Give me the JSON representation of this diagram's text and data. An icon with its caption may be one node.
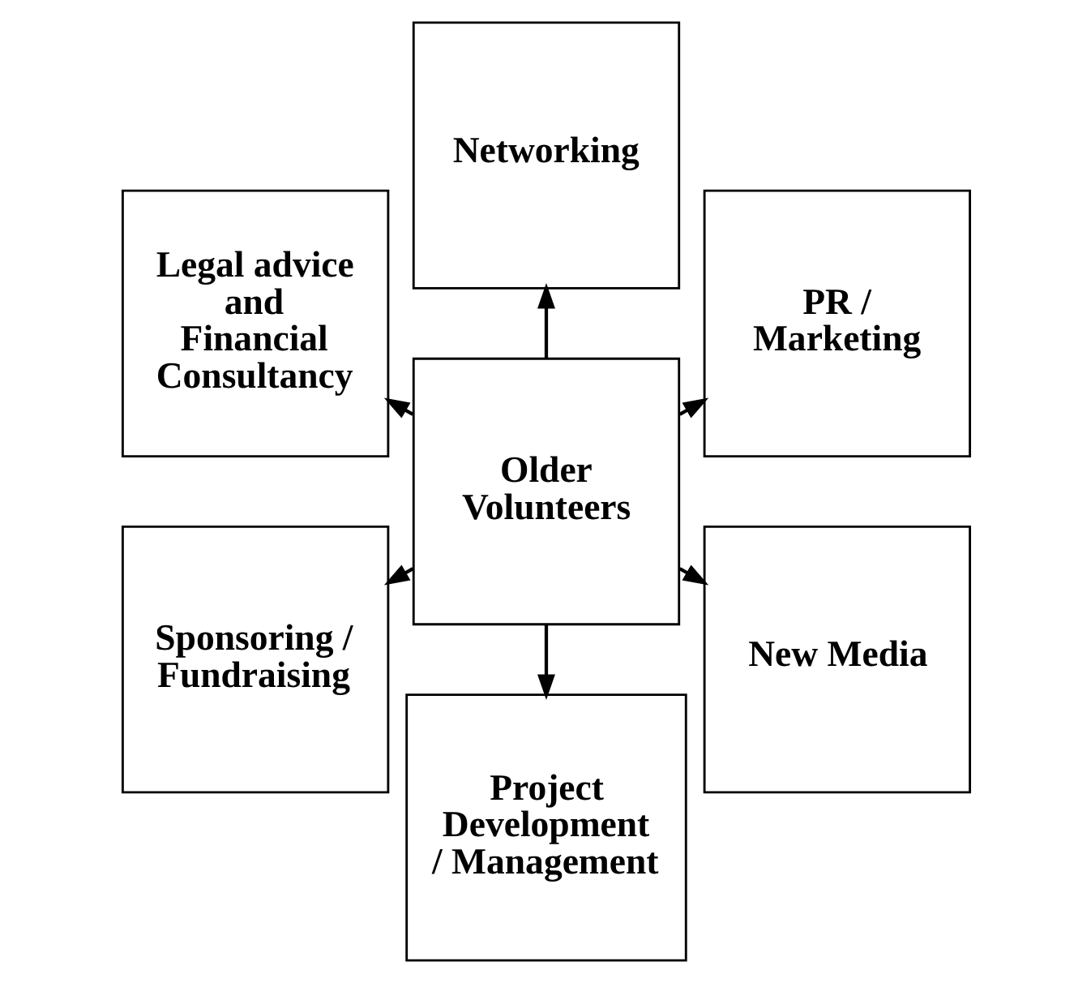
{
  "diagram": {
    "nodes": [
      {
        "text": [
          "PR / Marketing"
        ]
      },
      {
        "text": [
          "Networking"
        ]
      },
      {
        "text": [
          "Legal advice and Financial Consultancy"
        ]
      },
      {
        "text": [
          "Older Volunteers"
        ]
      },
      {
        "text": [
          "Sponsoring / Fundraising"
        ]
      },
      {
        "text": [
          "Project Development / Management"
        ]
      },
      {
        "text": [
          "New Media"
        ]
      }
    ],
    "edges": [
      {
        "from": 3,
        "to": 0,
        "arrow": "to"
      },
      {
        "from": 3,
        "to": 1,
        "arrow": "to"
      },
      {
        "from": 3,
        "to": 2,
        "arrow": "to"
      },
      {
        "from": 3,
        "to": 4,
        "arrow": "to"
      },
      {
        "from": 3,
        "to": 5,
        "arrow": "to"
      },
      {
        "from": 3,
        "to": 6,
        "arrow": "to"
      }
    ]
  }
}
